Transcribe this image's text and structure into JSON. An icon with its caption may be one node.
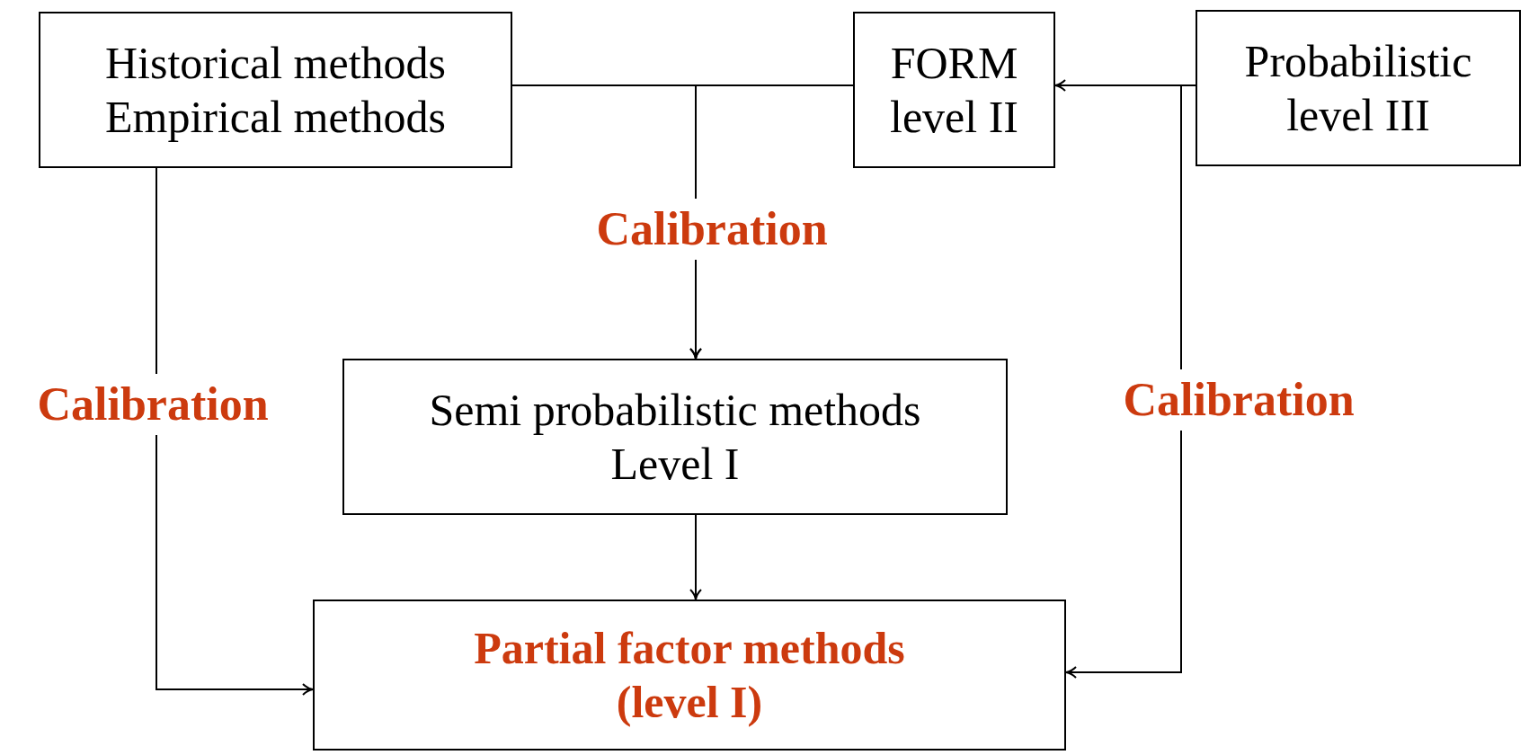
{
  "diagram": {
    "nodes": [
      {
        "text": [
          "Historical methods",
          "Empirical methods"
        ]
      },
      {
        "text": [
          "FORM",
          "level II"
        ]
      },
      {
        "text": [
          "Probabilistic",
          "level III"
        ]
      },
      {
        "text": [
          "Semi probabilistic methods",
          "Level I"
        ]
      },
      {
        "text": [
          "Partial factor methods",
          "(level I)"
        ]
      }
    ],
    "edges": [
      {
        "from": 0,
        "to": 3,
        "arrow": "to",
        "label": "Calibration"
      },
      {
        "from": 1,
        "to": 3,
        "arrow": "to"
      },
      {
        "from": 2,
        "to": 1,
        "arrow": "to"
      },
      {
        "from": 0,
        "to": 4,
        "arrow": "to",
        "label": "Calibration"
      },
      {
        "from": 2,
        "to": 4,
        "arrow": "to",
        "label": "Calibration"
      },
      {
        "from": 3,
        "to": 4,
        "arrow": "to"
      }
    ]
  }
}
